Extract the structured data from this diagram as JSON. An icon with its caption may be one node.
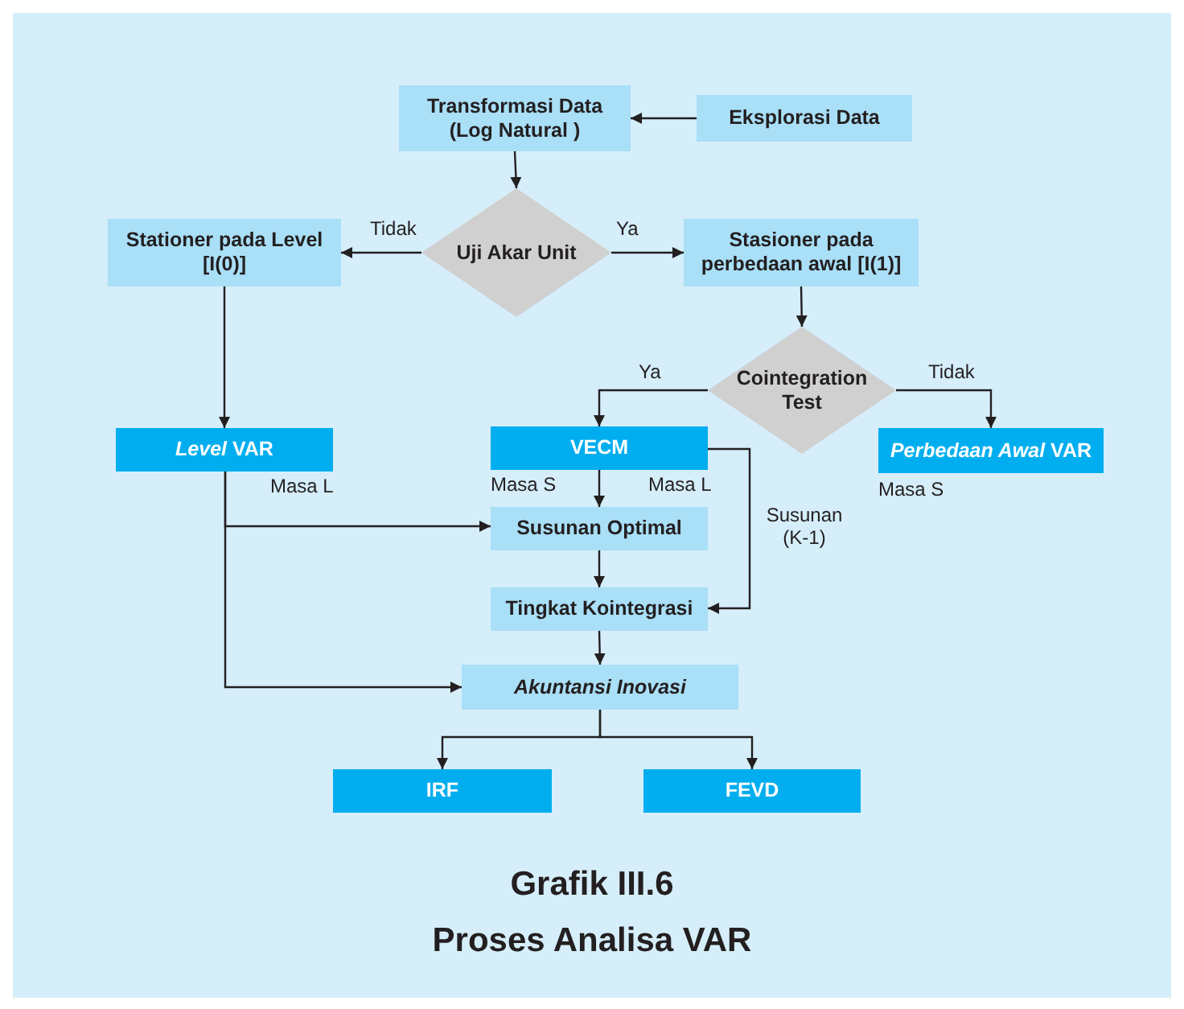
{
  "diagram": {
    "title": "Grafik III.6",
    "caption": "Proses Analisa VAR",
    "nodes": [
      {
        "text": [
          "Transformasi Data (Log Natural )"
        ]
      },
      {
        "text": [
          "Eksplorasi Data"
        ]
      },
      {
        "text": [
          "Uji Akar Unit"
        ]
      },
      {
        "text": [
          "Stationer pada Level [I(0)]"
        ]
      },
      {
        "text": [
          "Stasioner pada perbedaan awal [I(1)]"
        ]
      },
      {
        "text": [
          "Cointegration Test"
        ]
      },
      {
        "text": [
          "*Level* VAR"
        ],
        "beside": [
          "Masa L"
        ]
      },
      {
        "text": [
          "VECM"
        ],
        "beside": [
          "Masa S",
          "Masa L"
        ]
      },
      {
        "text": [
          "*Perbedaan Awal* VAR"
        ],
        "beside": [
          "Masa S"
        ]
      },
      {
        "text": [
          "Susunan Optimal"
        ]
      },
      {
        "text": [
          "Tingkat Kointegrasi"
        ]
      },
      {
        "text": [
          "Akuntansi Inovasi"
        ]
      },
      {
        "text": [
          "IRF"
        ]
      },
      {
        "text": [
          "FEVD"
        ]
      }
    ],
    "edges": [
      {
        "from": 1,
        "to": 0,
        "arrow": "to"
      },
      {
        "from": 0,
        "to": 2,
        "arrow": "to"
      },
      {
        "from": 2,
        "to": 3,
        "arrow": "to",
        "label": "Tidak"
      },
      {
        "from": 2,
        "to": 4,
        "arrow": "to",
        "label": "Ya"
      },
      {
        "from": 4,
        "to": 5,
        "arrow": "to"
      },
      {
        "from": 5,
        "to": 7,
        "arrow": "to",
        "label": "Ya"
      },
      {
        "from": 5,
        "to": 8,
        "arrow": "to",
        "label": "Tidak"
      },
      {
        "from": 3,
        "to": 6,
        "arrow": "to"
      },
      {
        "from": 7,
        "to": 9,
        "arrow": "to"
      },
      {
        "from": 7,
        "to": 10,
        "arrow": "to",
        "label": "Susunan (K-1)"
      },
      {
        "from": 9,
        "to": 10,
        "arrow": "to"
      },
      {
        "from": 10,
        "to": 11,
        "arrow": "to"
      },
      {
        "from": 6,
        "to": 9,
        "arrow": "to"
      },
      {
        "from": 6,
        "to": 11,
        "arrow": "to"
      },
      {
        "from": 11,
        "to": 12,
        "arrow": "to"
      },
      {
        "from": 11,
        "to": 13,
        "arrow": "to"
      }
    ]
  }
}
